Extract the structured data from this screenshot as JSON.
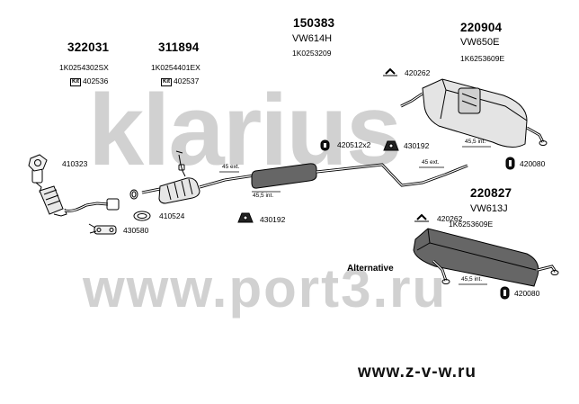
{
  "parts": {
    "p322031": {
      "number": "322031",
      "sub": "1K0254302SX",
      "kit": "Kit",
      "kit_number": "402536"
    },
    "p311894": {
      "number": "311894",
      "sub": "1K0254401EX",
      "kit": "Kit",
      "kit_number": "402537"
    },
    "p150383": {
      "number": "150383",
      "sub1": "VW614H",
      "sub2": "1K0253209"
    },
    "p220904": {
      "number": "220904",
      "sub1": "VW650E",
      "sub2": "1K6253609E"
    },
    "p220827": {
      "number": "220827",
      "sub1": "VW613J",
      "sub2": "1K6253609E"
    }
  },
  "fittings": {
    "f410323": "410323",
    "f410524": "410524",
    "f430580": "430580",
    "f430192a": "430192",
    "f430192b": "430192",
    "f420512": "420512x2",
    "f420262a": "420262",
    "f420262b": "420262",
    "f420080a": "420080",
    "f420080b": "420080"
  },
  "dims": {
    "d1": "45 ext.",
    "d2": "45,5 int.",
    "d3": "45 ext.",
    "d4": "45,5 int.",
    "d5": "45,5 int."
  },
  "alternative": "Alternative",
  "footer": "www.z-v-w.ru",
  "watermarks": {
    "brand": "klarius",
    "site": "www.port3.ru"
  }
}
